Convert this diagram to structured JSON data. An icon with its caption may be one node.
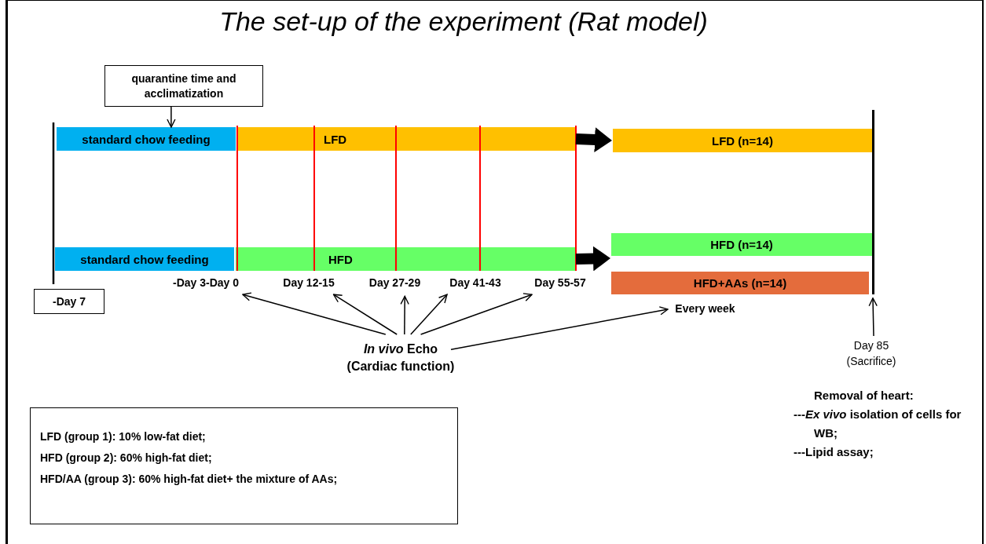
{
  "diagram": {
    "title": "The set-up of the experiment (Rat model)",
    "nodes": [
      {
        "text": [
          "quarantine time and acclimatization"
        ]
      },
      {
        "text": [
          "standard chow feeding"
        ]
      },
      {
        "text": [
          "LFD"
        ]
      },
      {
        "text": [
          "LFD (n=14)"
        ]
      },
      {
        "text": [
          "standard chow feeding"
        ]
      },
      {
        "text": [
          "HFD"
        ]
      },
      {
        "text": [
          "HFD (n=14)"
        ]
      },
      {
        "text": [
          "HFD+AAs (n=14)"
        ]
      },
      {
        "text": [
          "-Day 7"
        ]
      },
      {
        "text": [
          "-Day 3-Day 0"
        ]
      },
      {
        "text": [
          "Day 12-15"
        ]
      },
      {
        "text": [
          "Day 27-29"
        ]
      },
      {
        "text": [
          "Day 41-43"
        ]
      },
      {
        "text": [
          "Day 55-57"
        ]
      },
      {
        "text": [
          "Every week"
        ]
      },
      {
        "text": [
          "*In vivo* Echo (Cardiac function)"
        ]
      },
      {
        "text": [
          "Day 85 (Sacrifice)"
        ]
      },
      {
        "text": [
          "LFD (group 1): 10% low-fat diet;",
          "HFD (group 2): 60% high-fat diet;",
          "HFD/AA (group 3): 60% high-fat diet+ the mixture of AAs;"
        ]
      },
      {
        "text": [],
        "shape": "bar"
      }
    ],
    "edges": [
      {
        "from": 0,
        "to": 1,
        "arrow": "to"
      },
      {
        "from": 2,
        "to": 3,
        "arrow": "to",
        "style": "thick"
      },
      {
        "from": 5,
        "to": 6,
        "arrow": "to",
        "style": "thick"
      },
      {
        "from": 15,
        "to": 9,
        "arrow": "to"
      },
      {
        "from": 15,
        "to": 10,
        "arrow": "to"
      },
      {
        "from": 15,
        "to": 11,
        "arrow": "to"
      },
      {
        "from": 15,
        "to": 12,
        "arrow": "to"
      },
      {
        "from": 15,
        "to": 13,
        "arrow": "to"
      },
      {
        "from": 15,
        "to": 14,
        "arrow": "to"
      },
      {
        "from": 16,
        "to": 18,
        "arrow": "to"
      }
    ],
    "labels": [
      "Removal of heart:",
      "---*Ex vivo* isolation of cells for WB;",
      "---Lipid assay;"
    ]
  }
}
